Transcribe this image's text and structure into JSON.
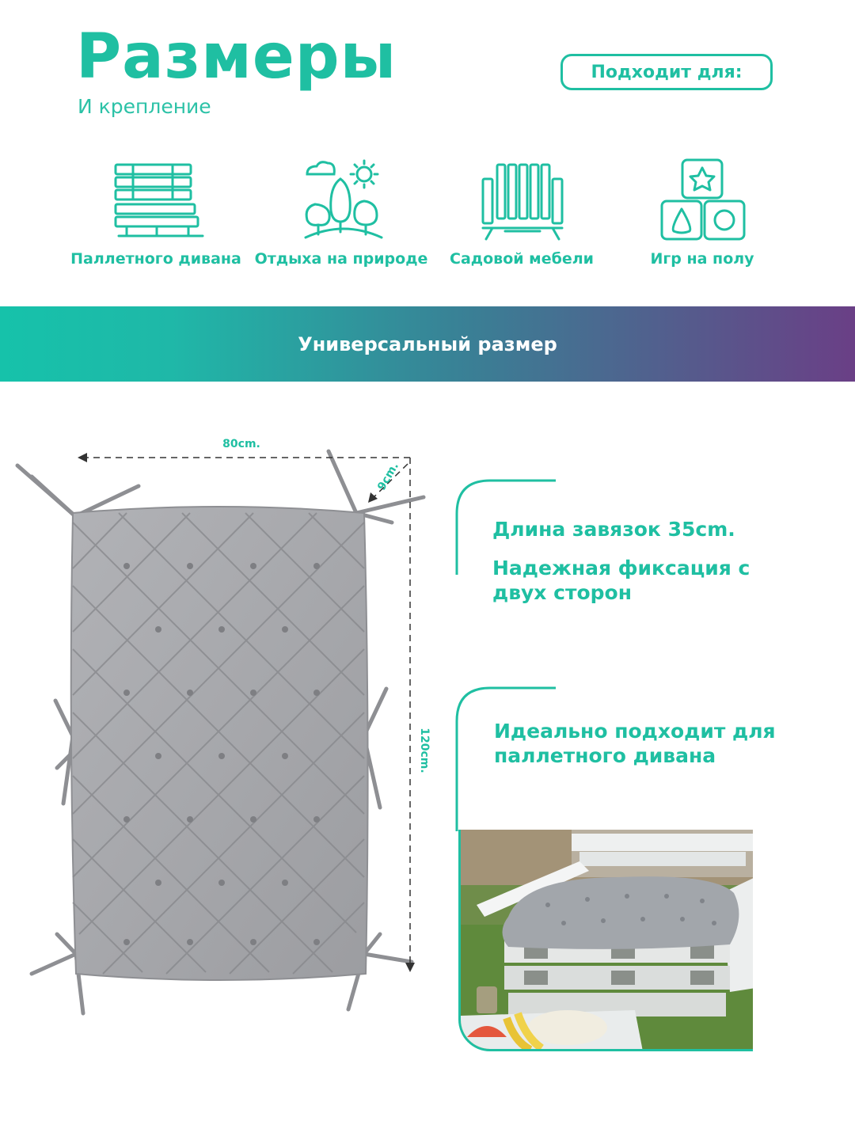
{
  "header": {
    "title": "Размеры",
    "subtitle": "И крепление",
    "suits_badge": "Подходит для:"
  },
  "features": [
    {
      "icon": "pallet-sofa-icon",
      "label": "Паллетного дивана"
    },
    {
      "icon": "nature-icon",
      "label": "Отдыха на природе"
    },
    {
      "icon": "garden-furniture-icon",
      "label": "Садовой мебели"
    },
    {
      "icon": "floor-games-icon",
      "label": "Игр на полу"
    }
  ],
  "banner": {
    "text": "Универсальный размер"
  },
  "dimensions": {
    "width": "80cm.",
    "height": "120cm.",
    "thickness": "9cm."
  },
  "info": {
    "ties_length": "Длина завязок 35cm.",
    "fixation": "Надежная фиксация с двух сторон",
    "ideal": "Идеально подходит для паллетного дивана"
  },
  "colors": {
    "accent": "#1fbfa2",
    "cushion": "#a7a8ac",
    "gradient_start": "#16c2aa",
    "gradient_end": "#6a3f86"
  }
}
